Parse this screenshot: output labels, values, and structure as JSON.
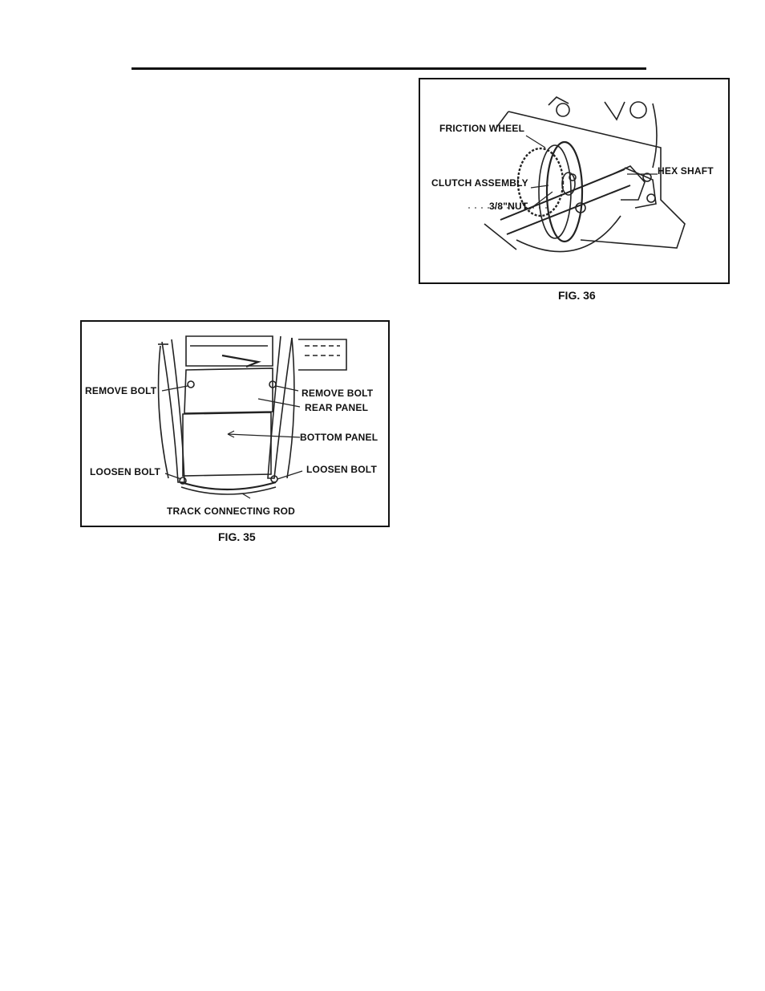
{
  "fig35": {
    "caption": "FIG. 35",
    "labels": {
      "remove_bolt_left": "REMOVE BOLT",
      "remove_bolt_right": "REMOVE BOLT",
      "rear_panel": "REAR PANEL",
      "bottom_panel": "BOTTOM PANEL",
      "loosen_bolt_left": "LOOSEN BOLT",
      "loosen_bolt_right": "LOOSEN BOLT",
      "track_connecting_rod": "TRACK CONNECTING ROD"
    }
  },
  "fig36": {
    "caption": "FIG. 36",
    "labels": {
      "friction_wheel": "FRICTION WHEEL",
      "hex_shaft": "HEX SHAFT",
      "clutch_assembly": "CLUTCH ASSEMBLY",
      "nut": "3/8\"NUT"
    }
  }
}
